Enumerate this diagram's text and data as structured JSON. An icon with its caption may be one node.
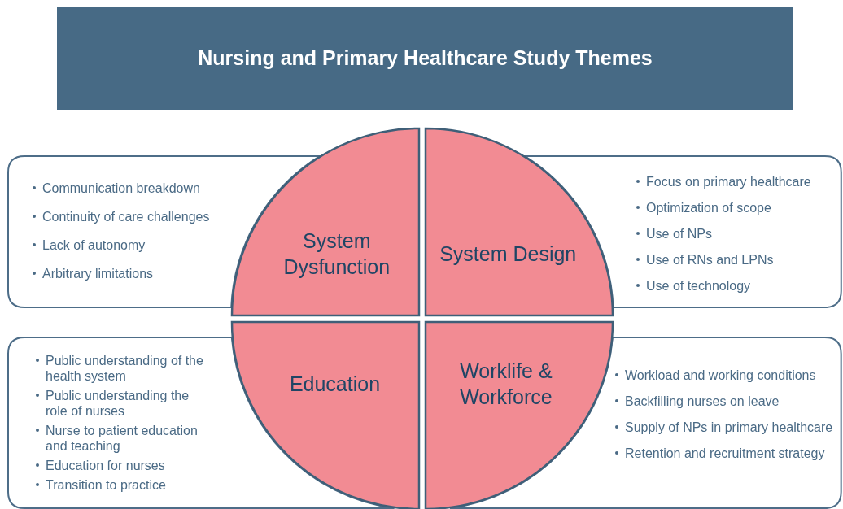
{
  "diagram": {
    "title": "Nursing and Primary Healthcare Study Themes",
    "nodes": [
      {
        "text": [
          "Communication breakdown",
          "Continuity of care challenges",
          "Lack of autonomy",
          "Arbitrary limitations"
        ]
      },
      {
        "text": [
          "System Dysfunction"
        ]
      },
      {
        "text": [
          "System Design"
        ]
      },
      {
        "text": [
          "Focus on primary healthcare",
          "Optimization of scope",
          "Use of NPs",
          "Use of RNs and LPNs",
          "Use of technology"
        ]
      },
      {
        "text": [
          "Public understanding of the health system",
          "Public understanding the role of nurses",
          "Nurse to patient education and teaching",
          "Education for nurses",
          "Transition to practice"
        ]
      },
      {
        "text": [
          "Education"
        ]
      },
      {
        "text": [
          "Worklife & Workforce"
        ]
      },
      {
        "text": [
          "Workload and working conditions",
          "Backfilling nurses on leave",
          "Supply of NPs in primary healthcare",
          "Retention and recruitment strategy"
        ]
      }
    ],
    "edges": []
  }
}
